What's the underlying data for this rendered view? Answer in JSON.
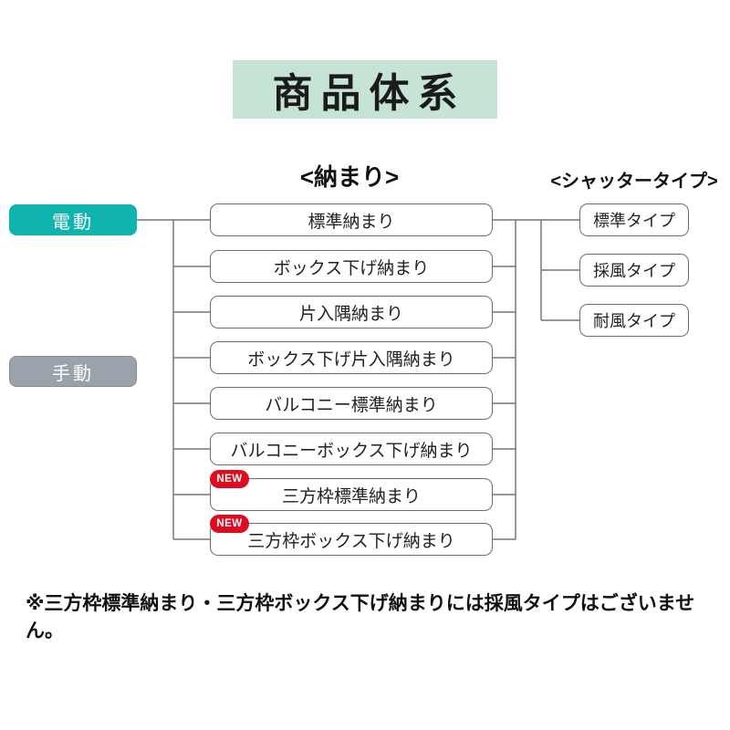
{
  "title": "商品体系",
  "headers": {
    "osamari": "<納まり>",
    "shutter_type": "<シャッタータイプ>"
  },
  "drive": {
    "electric": "電動",
    "manual": "手動"
  },
  "osamari_items": [
    {
      "label": "標準納まり"
    },
    {
      "label": "ボックス下げ納まり"
    },
    {
      "label": "片入隅納まり"
    },
    {
      "label": "ボックス下げ片入隅納まり"
    },
    {
      "label": "バルコニー標準納まり"
    },
    {
      "label": "バルコニーボックス下げ納まり"
    },
    {
      "label": "三方枠標準納まり",
      "badge": "NEW"
    },
    {
      "label": "三方枠ボックス下げ納まり",
      "badge": "NEW"
    }
  ],
  "shutter_types": [
    {
      "label": "標準タイプ"
    },
    {
      "label": "採風タイプ"
    },
    {
      "label": "耐風タイプ"
    }
  ],
  "footnote": "※三方枠標準納まり・三方枠ボックス下げ納まりには採風タイプはございません。",
  "colors": {
    "title_bg": "#c6e4d6",
    "electric_teal": "#10b3ae",
    "manual_gray": "#9aa2ab",
    "badge_red": "#dd0c1f",
    "line_gray": "#777777"
  }
}
